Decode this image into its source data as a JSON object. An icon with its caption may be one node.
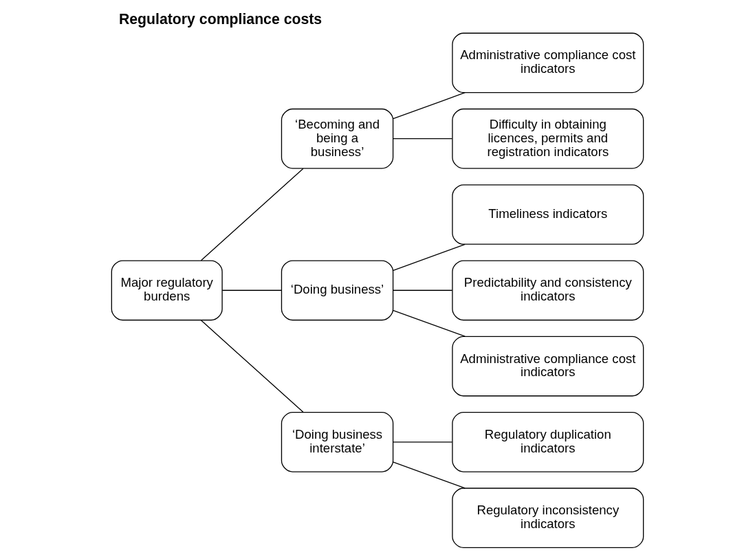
{
  "diagram": {
    "title": "Regulatory compliance costs",
    "nodes": [
      {
        "text": [
          "Major regulatory burdens"
        ]
      },
      {
        "text": [
          "‘Becoming and being a business’"
        ]
      },
      {
        "text": [
          "‘Doing business’"
        ]
      },
      {
        "text": [
          "‘Doing business interstate’"
        ]
      },
      {
        "text": [
          "Administrative compliance cost indicators"
        ]
      },
      {
        "text": [
          "Difficulty in obtaining licences, permits and registration indicators"
        ]
      },
      {
        "text": [
          "Timeliness indicators"
        ]
      },
      {
        "text": [
          "Predictability and consistency indicators"
        ]
      },
      {
        "text": [
          "Administrative compliance cost indicators"
        ]
      },
      {
        "text": [
          "Regulatory duplication indicators"
        ]
      },
      {
        "text": [
          "Regulatory inconsistency indicators"
        ]
      }
    ],
    "edges": [
      {
        "from": 0,
        "to": 1,
        "arrow": "none"
      },
      {
        "from": 0,
        "to": 2,
        "arrow": "none"
      },
      {
        "from": 0,
        "to": 3,
        "arrow": "none"
      },
      {
        "from": 1,
        "to": 4,
        "arrow": "none"
      },
      {
        "from": 1,
        "to": 5,
        "arrow": "none"
      },
      {
        "from": 2,
        "to": 6,
        "arrow": "none"
      },
      {
        "from": 2,
        "to": 7,
        "arrow": "none"
      },
      {
        "from": 2,
        "to": 8,
        "arrow": "none"
      },
      {
        "from": 3,
        "to": 9,
        "arrow": "none"
      },
      {
        "from": 3,
        "to": 10,
        "arrow": "none"
      }
    ]
  }
}
